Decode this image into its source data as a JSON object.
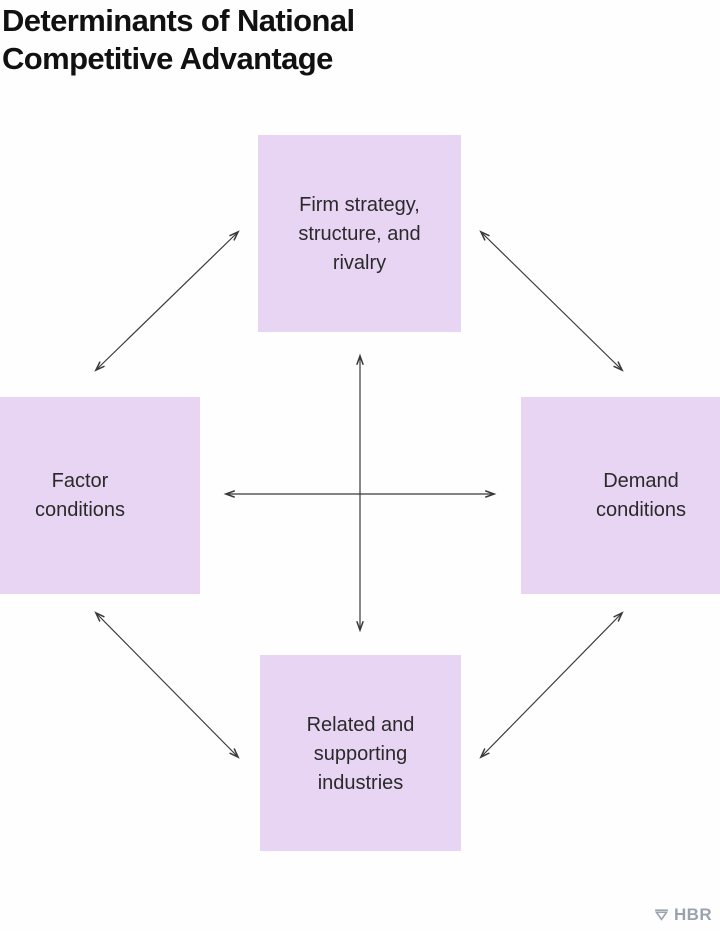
{
  "figure": {
    "title": "Determinants of National\nCompetitive Advantage",
    "background_color": "#fefefe",
    "node_fill_color": "#e8d4f3",
    "node_text_color": "#2a2a2a",
    "arrow_color": "#3a3a3a",
    "title_color": "#111111"
  },
  "nodes": {
    "top": {
      "id": "firm-strategy-structure-rivalry",
      "label": "Firm strategy,\nstructure, and\nrivalry"
    },
    "left": {
      "id": "factor-conditions",
      "label": "Factor\nconditions"
    },
    "right": {
      "id": "demand-conditions",
      "label": "Demand\nconditions"
    },
    "bottom": {
      "id": "related-supporting-industries",
      "label": "Related and\nsupporting\nindustries"
    }
  },
  "connectors": [
    {
      "id": "horizontal-axis",
      "from": "factor-conditions",
      "to": "demand-conditions",
      "style": "double-arrow"
    },
    {
      "id": "vertical-axis",
      "from": "firm-strategy-structure-rivalry",
      "to": "related-supporting-industries",
      "style": "double-arrow"
    },
    {
      "id": "top-left-diagonal",
      "from": "factor-conditions",
      "to": "firm-strategy-structure-rivalry",
      "style": "double-arrow"
    },
    {
      "id": "top-right-diagonal",
      "from": "firm-strategy-structure-rivalry",
      "to": "demand-conditions",
      "style": "double-arrow"
    },
    {
      "id": "bottom-left-diagonal",
      "from": "factor-conditions",
      "to": "related-supporting-industries",
      "style": "double-arrow"
    },
    {
      "id": "bottom-right-diagonal",
      "from": "related-supporting-industries",
      "to": "demand-conditions",
      "style": "double-arrow"
    }
  ],
  "branding": {
    "name": "HBR",
    "mark": "hbr-triangle-mark",
    "color": "#9aa3ad"
  }
}
